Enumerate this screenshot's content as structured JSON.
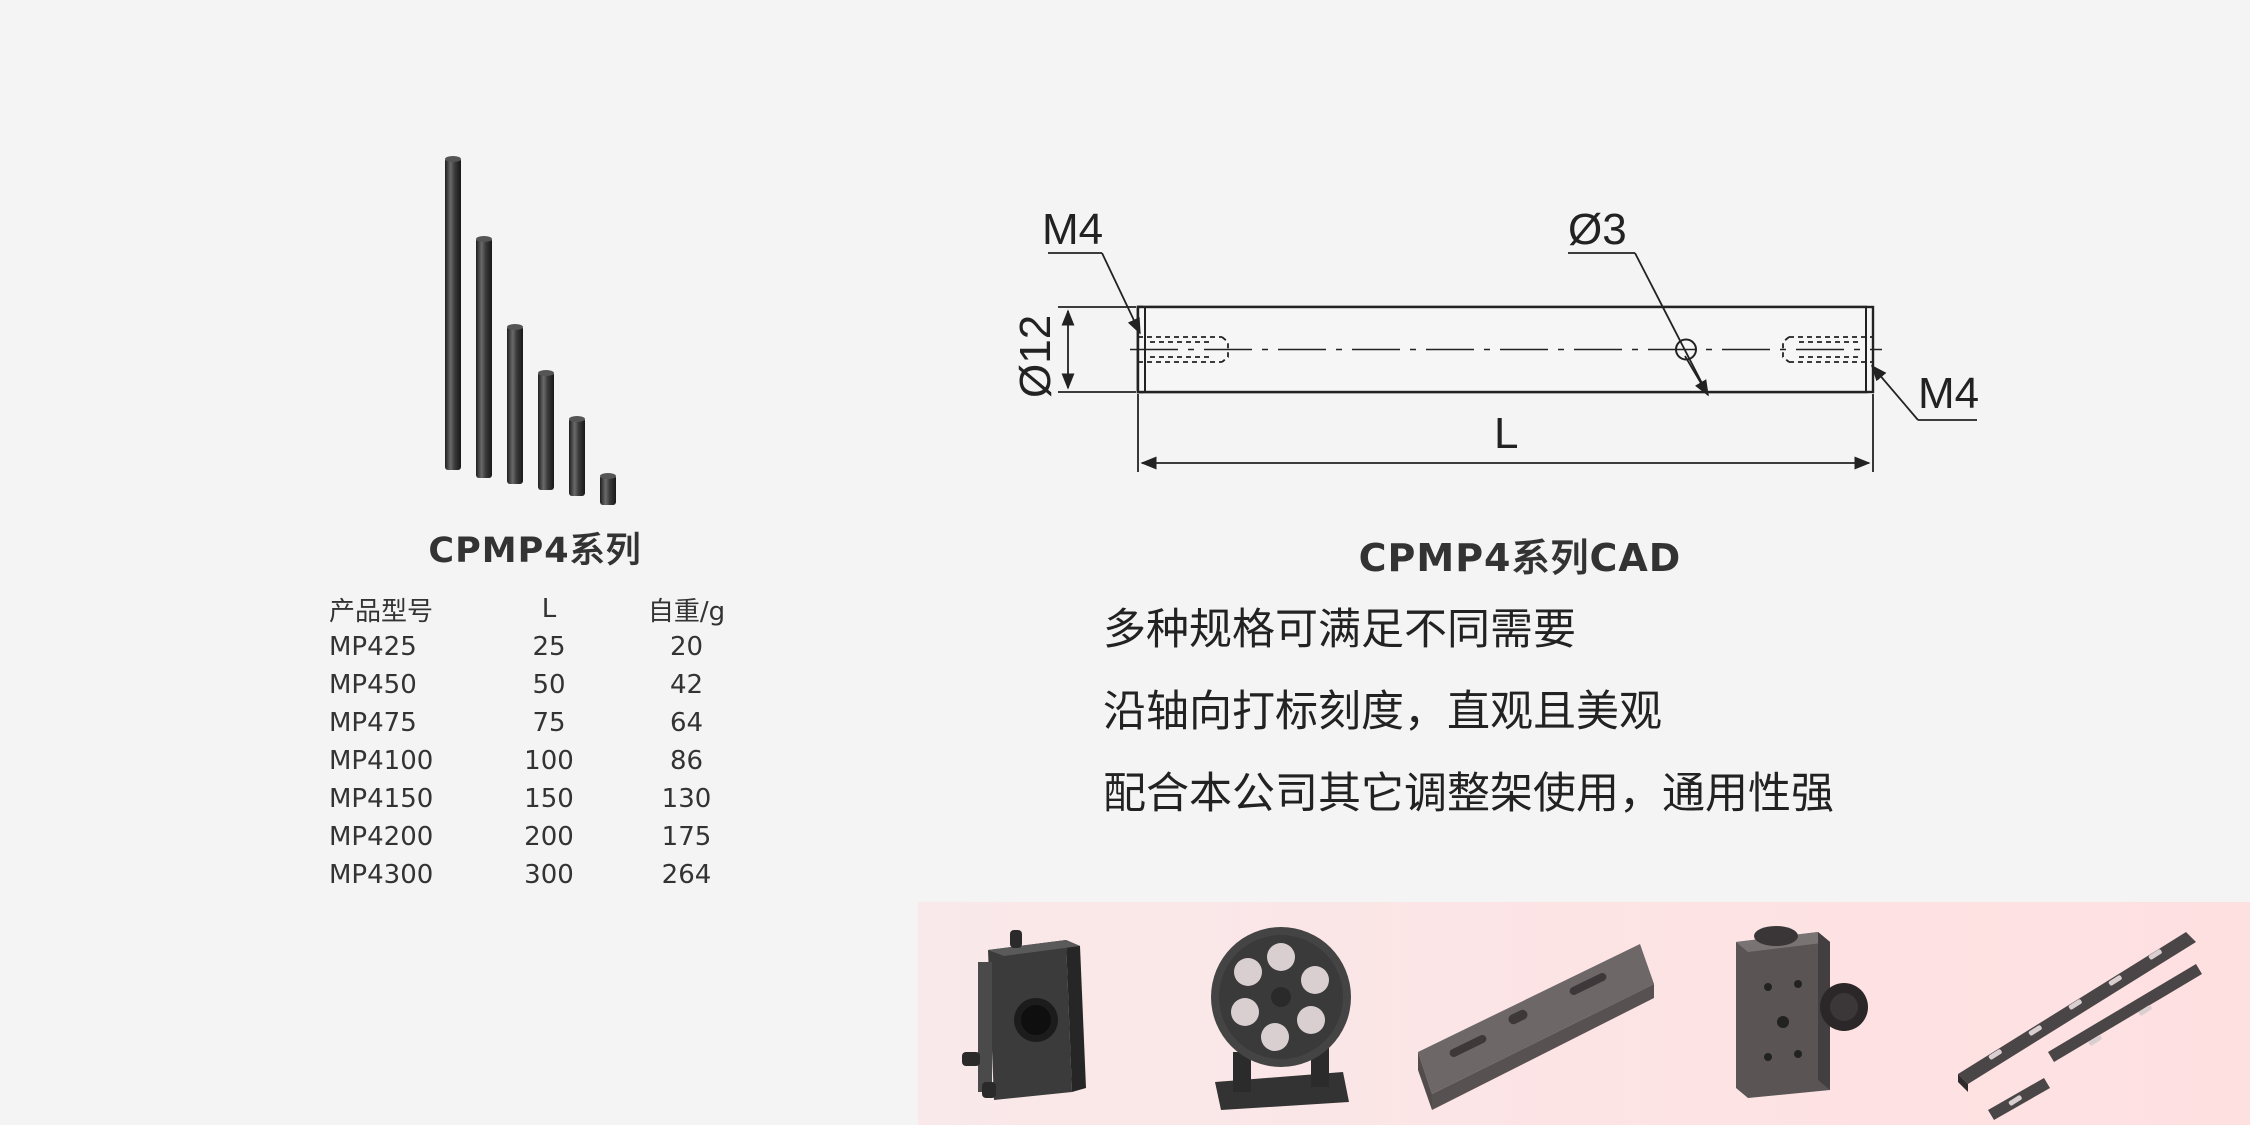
{
  "product": {
    "series_title": "CPMP4系列",
    "cad_title": "CPMP4系列CAD"
  },
  "spec_table": {
    "headers": [
      "产品型号",
      "L",
      "自重/g"
    ],
    "rows": [
      [
        "MP425",
        "25",
        "20"
      ],
      [
        "MP450",
        "50",
        "42"
      ],
      [
        "MP475",
        "75",
        "64"
      ],
      [
        "MP4100",
        "100",
        "86"
      ],
      [
        "MP4150",
        "150",
        "130"
      ],
      [
        "MP4200",
        "200",
        "175"
      ],
      [
        "MP4300",
        "300",
        "264"
      ]
    ]
  },
  "cad": {
    "thread_left": "M4",
    "thread_right": "M4",
    "hole_diameter": "Ø3",
    "rod_diameter": "Ø12",
    "length_symbol": "L"
  },
  "features": [
    "多种规格可满足不同需要",
    "沿轴向打标刻度，直观且美观",
    "配合本公司其它调整架使用，通用性强"
  ],
  "colors": {
    "background": "#f4f4f4",
    "accessory_strip": "#fde3e4",
    "metal_dark": "#3a3a3a"
  },
  "icons": [
    "rod-set-photo",
    "kinematic-mount-icon",
    "filter-wheel-icon",
    "slotted-plate-icon",
    "post-clamp-icon",
    "slotted-bar-icon"
  ]
}
